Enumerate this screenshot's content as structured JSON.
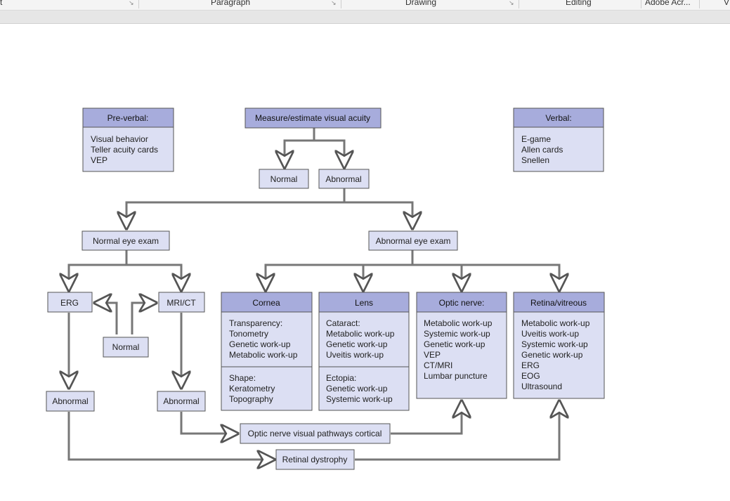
{
  "ribbon": {
    "groups": [
      {
        "label": "t"
      },
      {
        "label": "Paragraph"
      },
      {
        "label": "Drawing"
      },
      {
        "label": "Editing"
      },
      {
        "label": "Adobe Acr..."
      },
      {
        "label": "V"
      }
    ]
  },
  "diagram": {
    "top": {
      "preverbal": {
        "title": "Pre-verbal:",
        "lines": [
          "Visual behavior",
          "Teller acuity cards",
          "VEP"
        ]
      },
      "measure": "Measure/estimate visual acuity",
      "verbal": {
        "title": "Verbal:",
        "lines": [
          "E-game",
          "Allen cards",
          "Snellen"
        ]
      }
    },
    "acuity_normal": "Normal",
    "acuity_abnormal": "Abnormal",
    "normal_eye_exam": "Normal eye exam",
    "abnormal_eye_exam": "Abnormal eye exam",
    "erg": "ERG",
    "mri_ct": "MRI/CT",
    "normal_middle": "Normal",
    "erg_abnormal": "Abnormal",
    "mri_abnormal": "Abnormal",
    "cornea": {
      "title": "Cornea",
      "section1": [
        "Transparency:",
        "Tonometry",
        "Genetic work-up",
        "Metabolic work-up"
      ],
      "section2": [
        "Shape:",
        "Keratometry",
        "Topography"
      ]
    },
    "lens": {
      "title": "Lens",
      "section1": [
        "Cataract:",
        "Metabolic work-up",
        "Genetic work-up",
        "Uveitis work-up"
      ],
      "section2": [
        "Ectopia:",
        "Genetic work-up",
        "Systemic work-up"
      ]
    },
    "optic_nerve": {
      "title": "Optic nerve:",
      "lines": [
        "Metabolic work-up",
        "Systemic work-up",
        "Genetic work-up",
        "VEP",
        "CT/MRI",
        "Lumbar puncture"
      ]
    },
    "retina": {
      "title": "Retina/vitreous",
      "lines": [
        "Metabolic work-up",
        "Uveitis work-up",
        "Systemic work-up",
        "Genetic work-up",
        "ERG",
        "EOG",
        "Ultrasound"
      ]
    },
    "optic_pathways": "Optic nerve visual pathways cortical",
    "retinal_dystrophy": "Retinal dystrophy"
  },
  "colors": {
    "header_fill": "#a7acdc",
    "box_fill": "#dcdff3",
    "border": "#555555",
    "arrow": "#666666"
  }
}
